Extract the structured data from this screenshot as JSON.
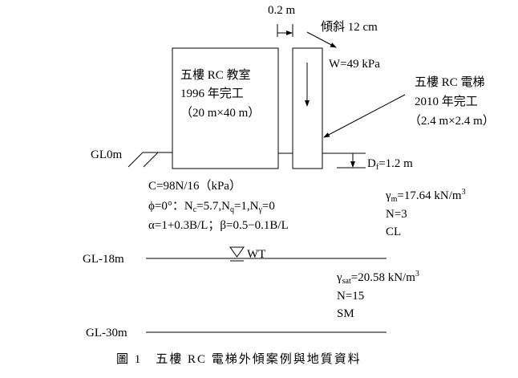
{
  "dimension": {
    "gap_label": "0.2 m",
    "tilt_label": "傾斜 12 cm"
  },
  "classroom": {
    "line1": "五樓 RC 教室",
    "line2": "1996 年完工",
    "line3": "（20 m×40 m）"
  },
  "elevator": {
    "load": "W=49 kPa",
    "line1": "五樓 RC 電梯",
    "line2": "2010 年完工",
    "line3": "（2.4 m×2.4 m）"
  },
  "ground": {
    "gl0": "GL0m",
    "df_main": "D",
    "df_sub": "f",
    "df_value": "=1.2 m",
    "gl18": "GL-18m",
    "gl30": "GL-30m",
    "wt": "WT"
  },
  "parameters": {
    "c": "C=98N/16（kPa）",
    "phi": "ϕ=0°：N",
    "nc_sub": "c",
    "nc_val": "=5.7,N",
    "nq_sub": "q",
    "nq_val": "=1,N",
    "ng_sub": "γ",
    "ng_val": "=0",
    "alpha_beta": "α=1+0.3B/L；β=0.5−0.1B/L"
  },
  "layer1": {
    "gamma": "γ",
    "gamma_sub": "m",
    "gamma_val": "=17.64 kN/m",
    "sup": "3",
    "n": "N=3",
    "soil": "CL"
  },
  "layer2": {
    "gamma": "γ",
    "gamma_sub": "sat",
    "gamma_val": "=20.58 kN/m",
    "sup": "3",
    "n": "N=15",
    "soil": "SM"
  },
  "caption": "圖 1　五樓 RC 電梯外傾案例與地質資料"
}
